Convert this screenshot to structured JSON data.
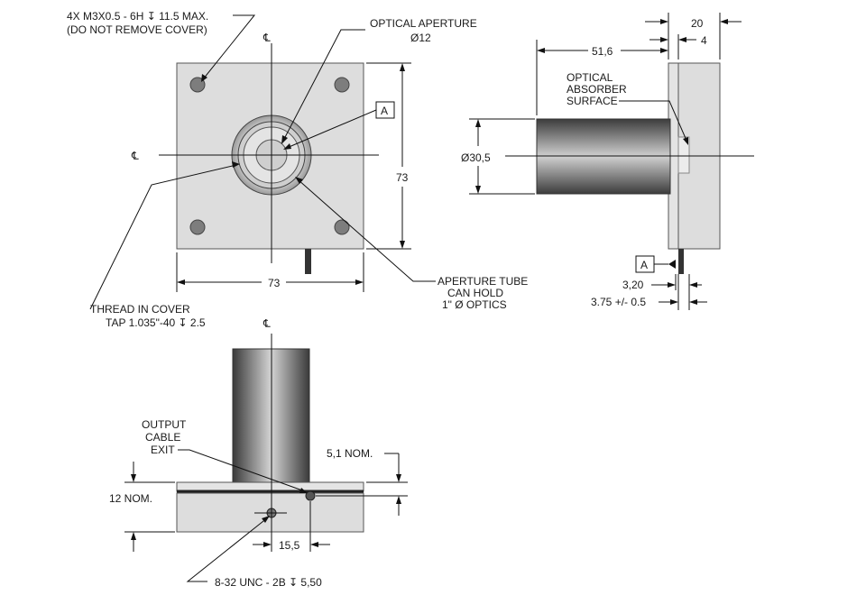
{
  "top_view": {
    "mount_holes_note_line1": "4X M3X0.5  - 6H ↧ 11.5 MAX.",
    "mount_holes_note_line2": "(DO NOT REMOVE COVER)",
    "aperture_label": "OPTICAL APERTURE",
    "aperture_dim": "Ø12",
    "datum_label": "A",
    "height_dim": "73",
    "width_dim": "73",
    "centerline_symbol": "℄",
    "thread_note_line1": "THREAD IN COVER",
    "thread_note_line2": "TAP 1.035\"-40 ↧ 2.5",
    "tube_note_line1": "APERTURE TUBE",
    "tube_note_line2": "CAN HOLD",
    "tube_note_line3": "1\" Ø OPTICS"
  },
  "side_view": {
    "total_depth_dim": "20",
    "plate_dim": "4",
    "tube_length_dim": "51,6",
    "absorber_line1": "OPTICAL",
    "absorber_line2": "ABSORBER",
    "absorber_line3": "SURFACE",
    "tube_dia_dim": "Ø30,5",
    "datum_label": "A",
    "offset_dim": "3,20",
    "tolerance_dim": "3.75 +/- 0.5"
  },
  "front_view": {
    "centerline_symbol": "℄",
    "cable_line1": "OUTPUT",
    "cable_line2": "CABLE",
    "cable_line3": "EXIT",
    "cable_offset_dim": "5,1 NOM.",
    "height_dim": "12 NOM.",
    "hole_offset_dim": "15,5",
    "thread_note": "8-32 UNC  - 2B ↧ 5,50"
  }
}
